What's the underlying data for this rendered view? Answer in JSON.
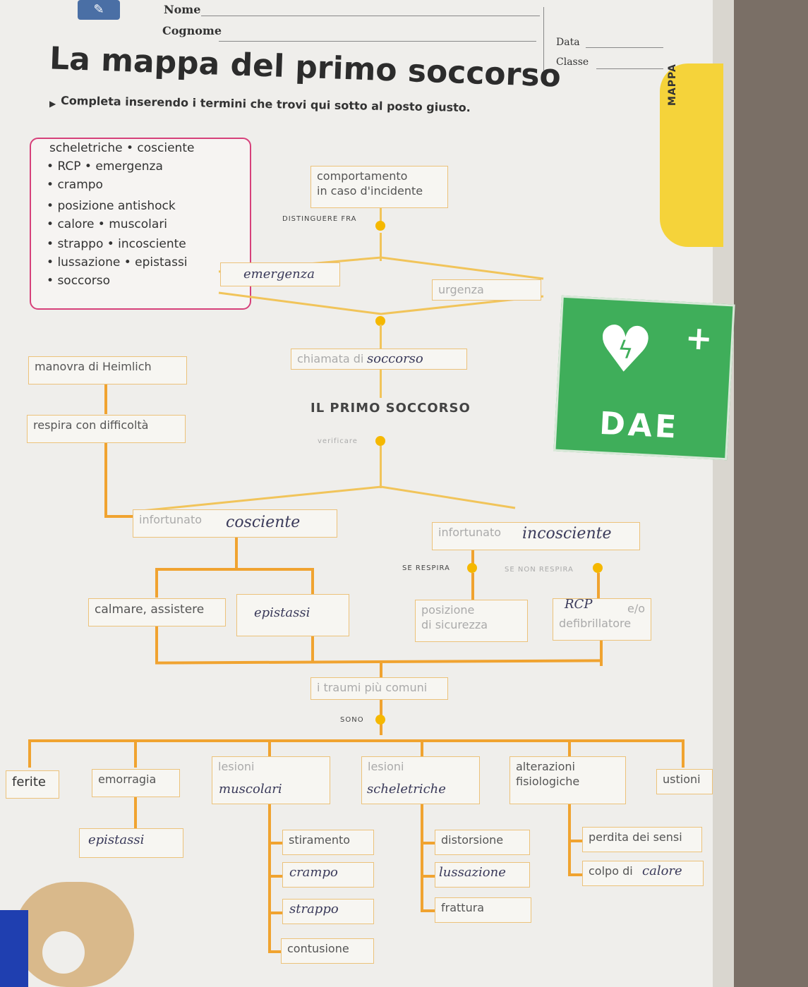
{
  "header": {
    "nome_label": "Nome",
    "cognome_label": "Cognome",
    "data_label": "Data",
    "classe_label": "Classe",
    "side_tab": "MAPPA"
  },
  "title": "La mappa del primo soccorso",
  "instruction": "Completa inserendo i termini che trovi qui sotto al posto giusto.",
  "word_bank": [
    "scheletriche • cosciente",
    "RCP • emergenza",
    "crampo",
    "posizione antishock",
    "calore • muscolari",
    "strappo • incosciente",
    "lussazione • epistassi",
    "soccorso"
  ],
  "map": {
    "top_box": [
      "comportamento",
      "in caso d'incidente"
    ],
    "distinguere": "DISTINGUERE FRA",
    "urgenza": "urgenza",
    "chiamata": "chiamata di",
    "center_title": "IL PRIMO SOCCORSO",
    "verifica": "verificare",
    "heimlich": "manovra di Heimlich",
    "respira_diff": "respira con difficoltà",
    "infortunato_left": "infortunato",
    "infortunato_right": "infortunato",
    "se_respira": "SE RESPIRA",
    "se_non_respira": "SE NON RESPIRA",
    "calmare": "calmare, assistere",
    "posizione": [
      "posizione",
      "di sicurezza"
    ],
    "defib": [
      "e/o",
      "defibrillatore"
    ],
    "traumi": "i traumi più comuni",
    "sono": "SONO",
    "ferite": "ferite",
    "emorragia": "emorragia",
    "lesioni1": "lesioni",
    "lesioni2": "lesioni",
    "alterazioni": [
      "alterazioni",
      "fisiologiche"
    ],
    "ustioni": "ustioni",
    "stiramento": "stiramento",
    "distorsione": "distorsione",
    "perdita": "perdita dei sensi",
    "frattura": "frattura",
    "colpo": "colpo di",
    "contusione": "contusione"
  },
  "handwritten": {
    "emergenza": "emergenza",
    "soccorso": "soccorso",
    "cosciente": "cosciente",
    "incosciente": "incosciente",
    "epistassi": "epistassi",
    "rcp": "RCP",
    "muscolari": "muscolari",
    "scheletriche": "scheletriche",
    "crampo": "crampo",
    "strappo": "strappo",
    "lussazione": "lussazione",
    "calore": "calore"
  },
  "dae_sign": "DAE",
  "colors": {
    "orange": "#f0a330",
    "yellow": "#f5d33a",
    "green": "#3fae5a",
    "pink": "#d6407a"
  }
}
